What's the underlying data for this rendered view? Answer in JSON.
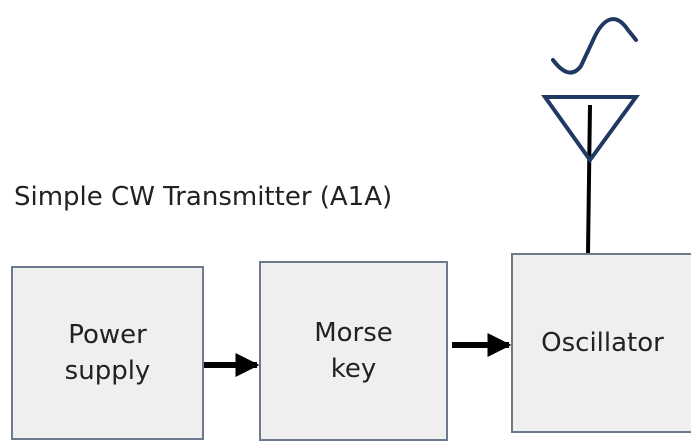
{
  "diagram": {
    "title": "Simple CW Transmitter (A1A)",
    "blocks": {
      "power_supply": {
        "line1": "Power",
        "line2": "supply"
      },
      "morse_key": {
        "line1": "Morse",
        "line2": "key"
      },
      "oscillator": {
        "label": "Oscillator"
      }
    },
    "icons": [
      "sine-wave-icon",
      "antenna-icon",
      "arrow-right-icon"
    ],
    "colors": {
      "block_fill": "#efefef",
      "block_border": "#6d7a8e",
      "antenna": "#1f3864",
      "arrow": "#000000",
      "text": "#222222"
    }
  }
}
